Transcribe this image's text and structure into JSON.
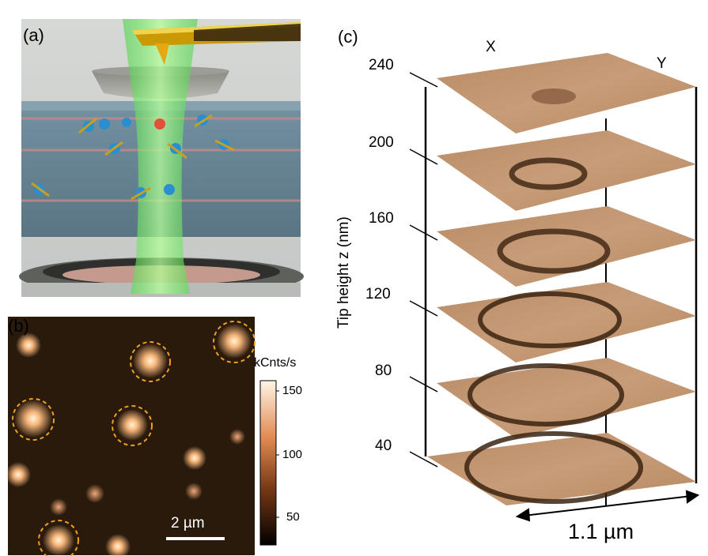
{
  "panels": {
    "a": {
      "label": "(a)"
    },
    "b": {
      "label": "(b)",
      "colorbar": {
        "unit": "kCnts/s",
        "ticks": [
          "150",
          "100",
          "50"
        ]
      },
      "scalebar": "2 µm"
    },
    "c": {
      "label": "(c)",
      "axis_x": "X",
      "axis_y": "Y",
      "ylabel": "Tip height z (nm)",
      "heights": [
        "240",
        "200",
        "160",
        "120",
        "80",
        "40"
      ],
      "width_label": "1.1 µm"
    }
  },
  "colors": {
    "map_brown": "#b08560",
    "ring": "#3b2310",
    "beam_green": "#3fd23f",
    "tip_gold": "#d8a40a",
    "circle_orange": "#f0a020"
  }
}
